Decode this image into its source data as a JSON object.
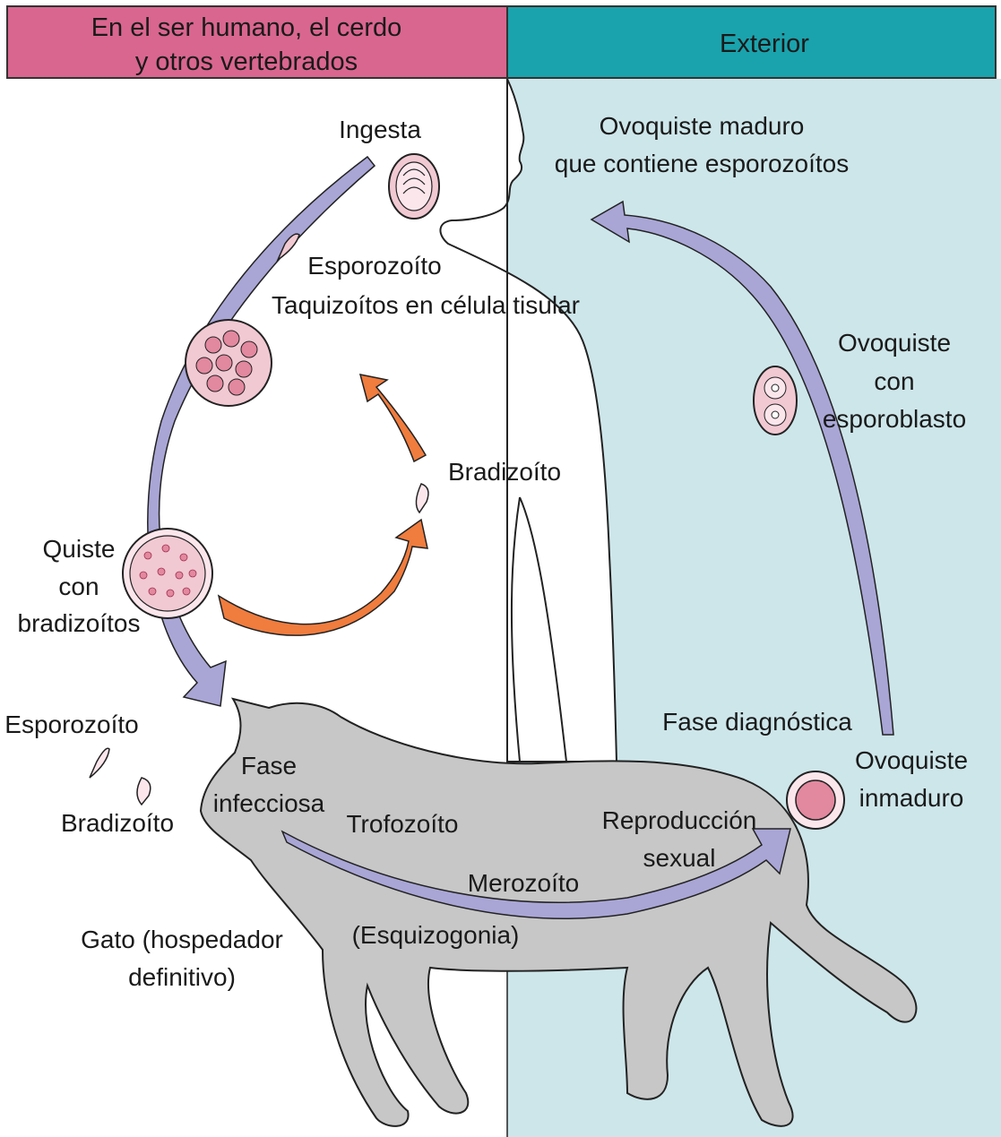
{
  "header": {
    "left_line1": "En el ser humano, el cerdo",
    "left_line2": "y otros vertebrados",
    "right": "Exterior"
  },
  "labels": {
    "ingesta": "Ingesta",
    "ovoquiste_maduro_1": "Ovoquiste maduro",
    "ovoquiste_maduro_2": "que contiene esporozoítos",
    "esporozoito_top": "Esporozoíto",
    "taquizoitos": "Taquizoítos en célula tisular",
    "ovoquiste_esporoblasto_1": "Ovoquiste",
    "ovoquiste_esporoblasto_2": "con",
    "ovoquiste_esporoblasto_3": "esporoblasto",
    "bradizoito_mid": "Bradizoíto",
    "quiste_1": "Quiste",
    "quiste_2": "con",
    "quiste_3": "bradizoítos",
    "esporozoito_left": "Esporozoíto",
    "bradizoito_left": "Bradizoíto",
    "fase_diagnostica": "Fase diagnóstica",
    "ovoquiste_inmaduro_1": "Ovoquiste",
    "ovoquiste_inmaduro_2": "inmaduro",
    "fase_infecciosa_1": "Fase",
    "fase_infecciosa_2": "infecciosa",
    "trofozoito": "Trofozoíto",
    "reproduccion_1": "Reproducción",
    "reproduccion_2": "sexual",
    "merozoito": "Merozoíto",
    "esquizogonia": "(Esquizogonia)",
    "gato_1": "Gato (hospedador",
    "gato_2": "definitivo)"
  },
  "colors": {
    "header_left": "#d9668f",
    "header_right": "#1aa3ad",
    "exterior_bg": "#cde6ea",
    "cat_fill": "#c7c7c7",
    "arrow_purple": "#a9a6d6",
    "arrow_orange": "#f07c3e",
    "cell_pink": "#f1c9d3",
    "cell_dark_pink": "#e2889f"
  }
}
